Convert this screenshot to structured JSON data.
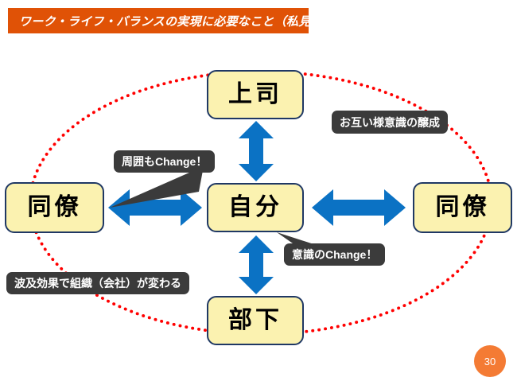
{
  "slide": {
    "title": "ワーク・ライフ・バランスの実現に必要なこと（私見）",
    "page_number": "30",
    "colors": {
      "title_bar": "#E05206",
      "node_fill": "#FBF2B0",
      "node_border": "#1F3864",
      "arrow_blue": "#0B72C4",
      "callout_bg": "#3B3B3B",
      "ellipse_red": "#FF0000",
      "page_badge": "#F47B34"
    }
  },
  "diagram": {
    "nodes": [
      {
        "id": "boss",
        "label": "上司"
      },
      {
        "id": "self",
        "label": "自分"
      },
      {
        "id": "subordinate",
        "label": "部下"
      },
      {
        "id": "peer-left",
        "label": "同僚"
      },
      {
        "id": "peer-right",
        "label": "同僚"
      }
    ],
    "connectors": [
      {
        "id": "boss-self",
        "type": "double-arrow",
        "orientation": "vertical"
      },
      {
        "id": "self-subordinate",
        "type": "double-arrow",
        "orientation": "vertical"
      },
      {
        "id": "peerleft-self",
        "type": "double-arrow",
        "orientation": "horizontal"
      },
      {
        "id": "self-peerright",
        "type": "double-arrow",
        "orientation": "horizontal"
      }
    ],
    "callouts": [
      {
        "id": "mutual",
        "text": "お互い様意識の醸成"
      },
      {
        "id": "around",
        "text": "周囲もChange！"
      },
      {
        "id": "aware",
        "text": "意識のChange！"
      },
      {
        "id": "ripple",
        "text": "波及効果で組織（会社）が変わる"
      }
    ],
    "boundary": {
      "shape": "ellipse",
      "stroke": "dotted-red"
    }
  }
}
